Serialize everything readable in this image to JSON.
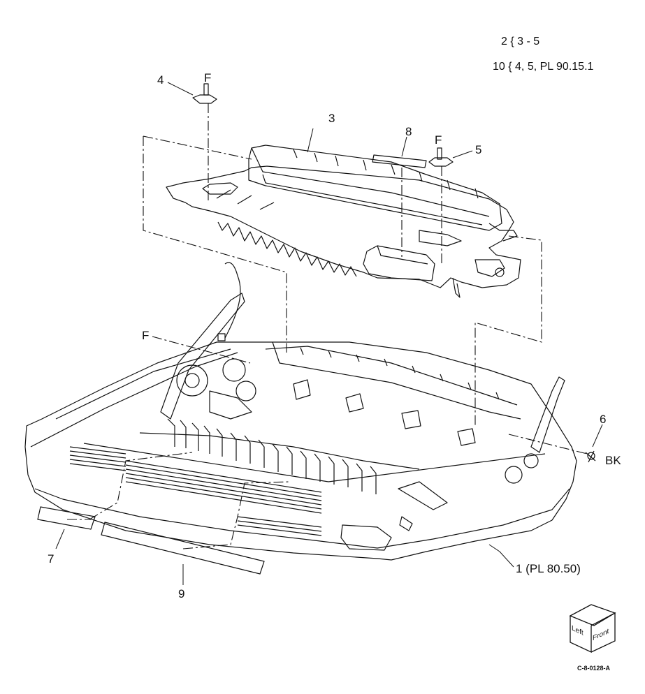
{
  "diagram": {
    "notes": [
      "2 { 3 - 5",
      "10 { 4, 5, PL 90.15.1"
    ],
    "callouts": {
      "c1": "1 (PL 80.50)",
      "c3": "3",
      "c4": "4",
      "c5": "5",
      "c6": "6",
      "c7": "7",
      "c8": "8",
      "c9": "9",
      "f_top_left": "F",
      "f_top_right": "F",
      "f_left": "F",
      "bk": "BK"
    },
    "orientation_cube": {
      "left_face": "Left",
      "front_face": "Front"
    },
    "figure_code": "C-8-0128-A"
  }
}
